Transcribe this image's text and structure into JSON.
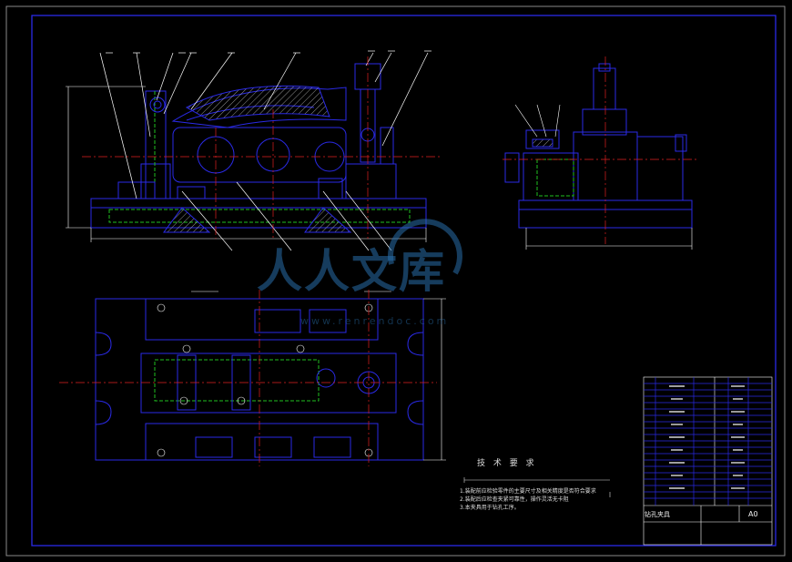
{
  "drawing": {
    "background": "#000000",
    "line_color_primary": "#2a2ae6",
    "line_color_centerline": "#e02020",
    "line_color_hidden": "#20c020",
    "line_color_dim": "#ffffff",
    "line_color_hatch": "#d0d0d0"
  },
  "technical_requirements": {
    "title": "技 术 要 求",
    "items": [
      "1.装配前应检验零件的主要尺寸及相关精度是否符合要求",
      "2.装配后应检查夹紧可靠性，操作灵活无卡阻",
      "3.本夹具用于钻孔工序。"
    ]
  },
  "title_block": {
    "drawing_name": "钻孔夹具",
    "sheet_size": "A0"
  },
  "watermark": {
    "text": "人人文库",
    "url": "www.renrendoc.com"
  }
}
